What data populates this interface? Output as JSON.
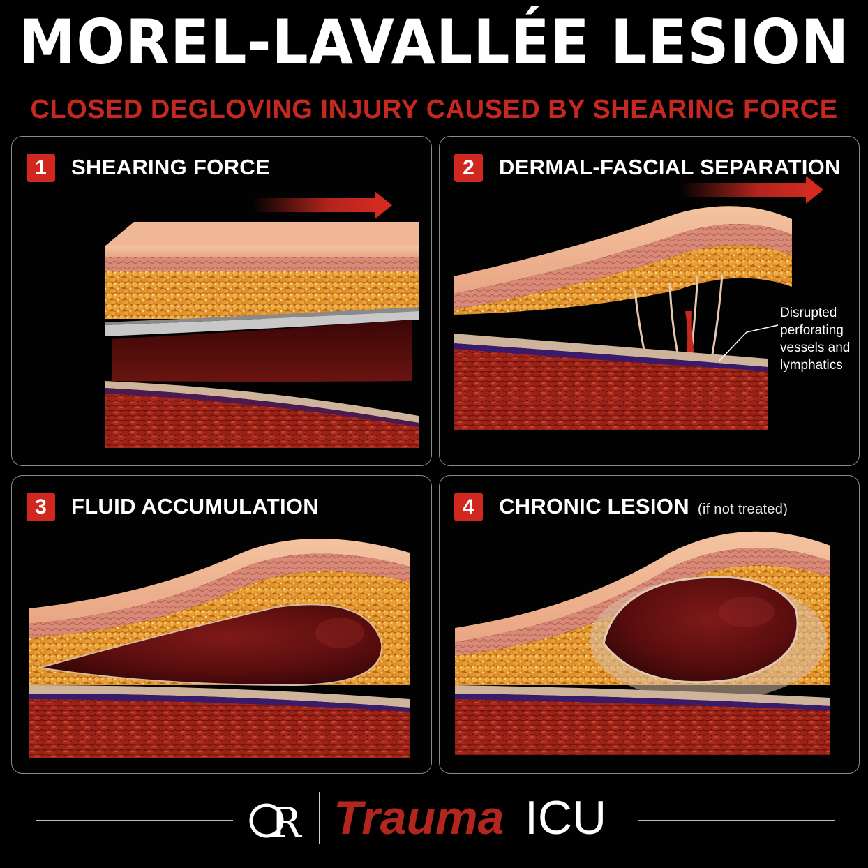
{
  "header": {
    "title": "MOREL-LAVALLÉE LESION",
    "subtitle": "CLOSED DEGLOVING INJURY CAUSED BY SHEARING FORCE"
  },
  "panels": [
    {
      "number": "1",
      "title": "SHEARING FORCE"
    },
    {
      "number": "2",
      "title": "DERMAL-FASCIAL SEPARATION",
      "callout": [
        "Disrupted",
        "perforating",
        "vessels and",
        "lymphatics"
      ]
    },
    {
      "number": "3",
      "title": "FLUID ACCUMULATION"
    },
    {
      "number": "4",
      "title": "CHRONIC LESION",
      "note": "(if not treated)"
    }
  ],
  "footer": {
    "logo_text": "OR",
    "brand_primary": "Trauma",
    "brand_secondary": "ICU"
  },
  "colors": {
    "background": "#000000",
    "accent_red": "#c4281f",
    "badge_red": "#d0281f",
    "skin": "#e9a58a",
    "fat": "#e0922a",
    "muscle": "#8e1a12",
    "seroma": "#5a0d0d"
  }
}
